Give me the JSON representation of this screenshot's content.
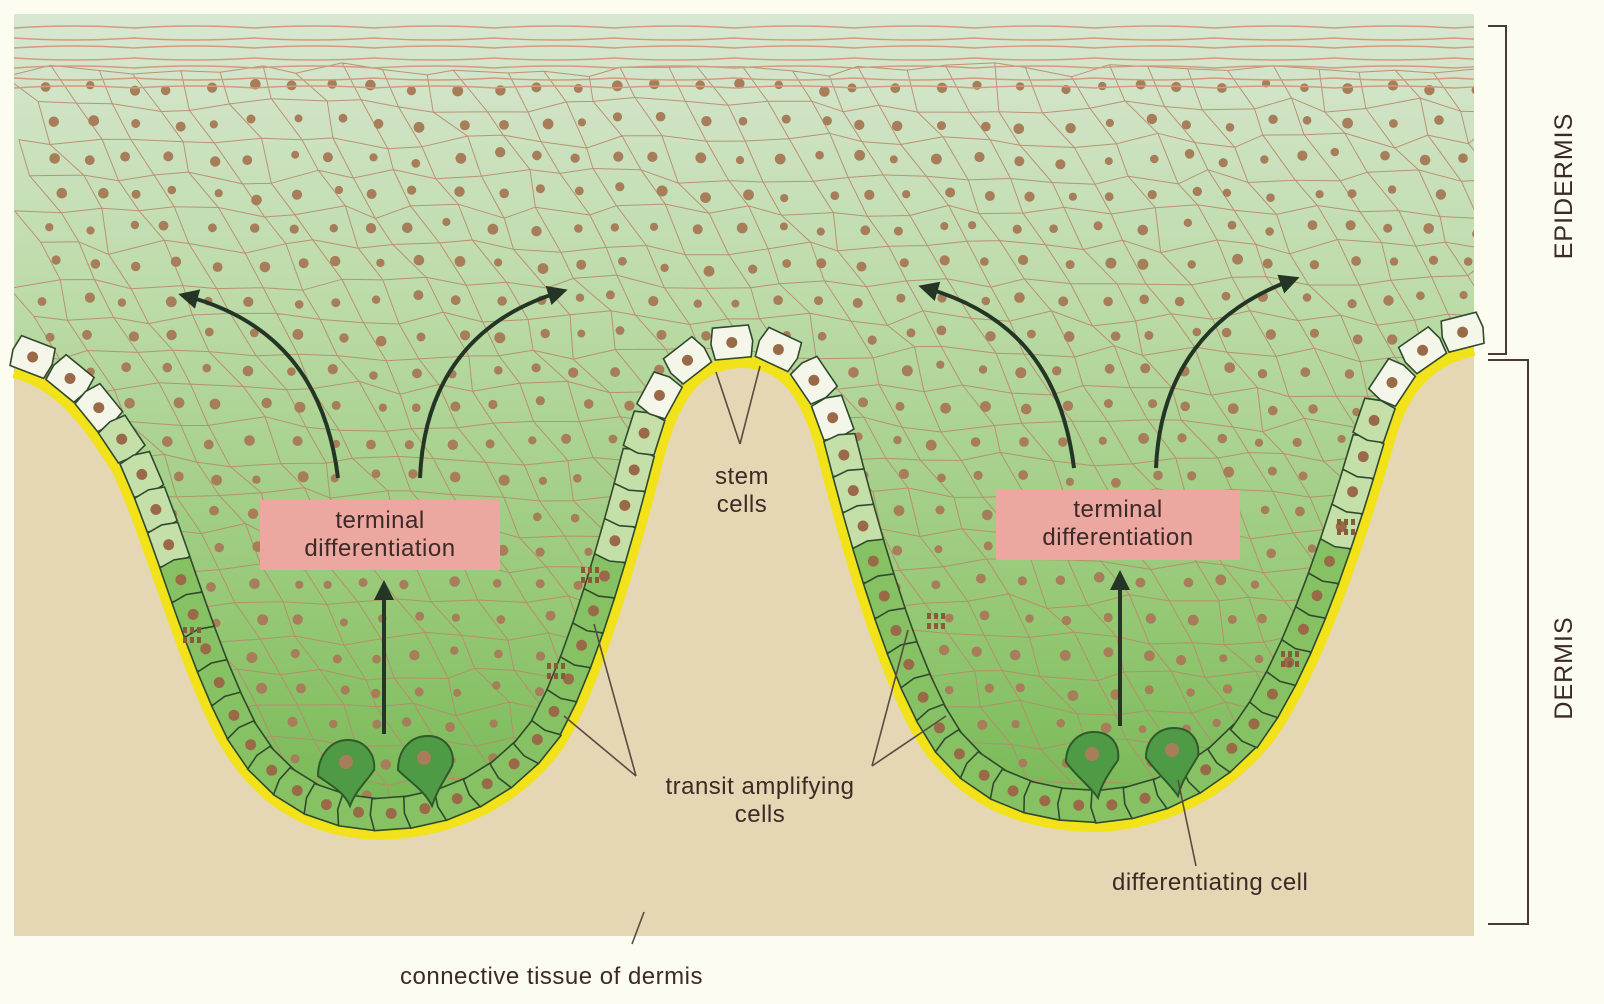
{
  "labels": {
    "terminal_differentiation": [
      "terminal",
      "differentiation"
    ],
    "stem_cells": [
      "stem",
      "cells"
    ],
    "transit_amplifying_cells": [
      "transit amplifying",
      "cells"
    ],
    "differentiating_cell": "differentiating cell",
    "connective_tissue": "connective tissue of dermis"
  },
  "regions": {
    "epidermis": "EPIDERMIS",
    "dermis": "DERMIS"
  },
  "colors": {
    "dermis": "#e5d6b4",
    "epidermis_top": "#cfe2c8",
    "epidermis_bottom": "#7fbd5a",
    "basement_membrane": "#f2e21a",
    "cell_outline": "#b88a6a",
    "nucleus": "#a77d5a",
    "label_box": "#eba7a0",
    "arrow": "#243526",
    "stem_cell_fill": "#f4f6ea",
    "differentiating_cell_fill": "#4f9a45"
  }
}
